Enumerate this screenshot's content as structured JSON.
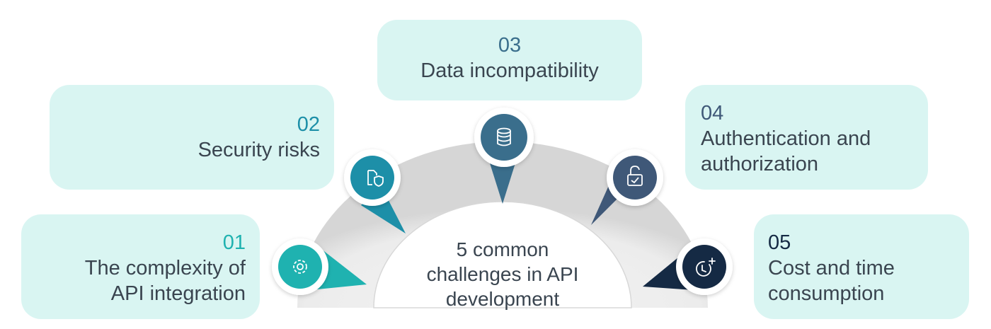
{
  "center": {
    "lines": [
      "5 common",
      "challenges in API",
      "development"
    ]
  },
  "challenges": [
    {
      "num": "01",
      "lines": [
        "The complexity of",
        "API integration"
      ],
      "color": "#1fb2b0",
      "icon": "gear-icon"
    },
    {
      "num": "02",
      "lines": [
        "Security risks"
      ],
      "color": "#1d8fa8",
      "icon": "shield-document-icon"
    },
    {
      "num": "03",
      "lines": [
        "Data incompatibility"
      ],
      "color": "#3a6e8c",
      "icon": "database-icon"
    },
    {
      "num": "04",
      "lines": [
        "Authentication and",
        "authorization"
      ],
      "color": "#3f5878",
      "icon": "lock-check-icon"
    },
    {
      "num": "05",
      "lines": [
        "Cost and time",
        "consumption"
      ],
      "color": "#152a44",
      "icon": "clock-plus-icon"
    }
  ]
}
